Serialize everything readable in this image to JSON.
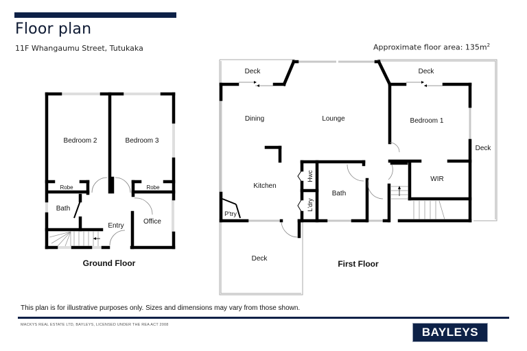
{
  "header": {
    "title": "Floor plan",
    "address": "11F Whangaumu Street, Tutukaka",
    "area_label": "Approximate floor area: 135m",
    "area_sup": "2"
  },
  "ground_floor": {
    "label": "Ground Floor",
    "rooms": {
      "bedroom2": "Bedroom 2",
      "bedroom3": "Bedroom 3",
      "robe_left": "Robe",
      "robe_right": "Robe",
      "bath": "Bath",
      "entry": "Entry",
      "office": "Office"
    }
  },
  "first_floor": {
    "label": "First Floor",
    "rooms": {
      "deck_top_left": "Deck",
      "deck_top_right": "Deck",
      "deck_right": "Deck",
      "deck_bottom": "Deck",
      "dining": "Dining",
      "lounge": "Lounge",
      "bedroom1": "Bedroom 1",
      "kitchen": "Kitchen",
      "hwc": "Hwc",
      "ldry": "L'dry",
      "bath": "Bath",
      "wir": "WIR",
      "pantry": "P'try"
    }
  },
  "footer": {
    "disclaimer": "This plan is for illustrative purposes only. Sizes and dimensions may vary from those shown.",
    "license": "MACKYS REAL ESTATE LTD, BAYLEYS, LICENSED UNDER THE REA ACT 2008",
    "logo": "BAYLEYS"
  },
  "colors": {
    "brand_navy": "#0d2147",
    "wall": "#000000",
    "window": "#c8c8c8"
  }
}
